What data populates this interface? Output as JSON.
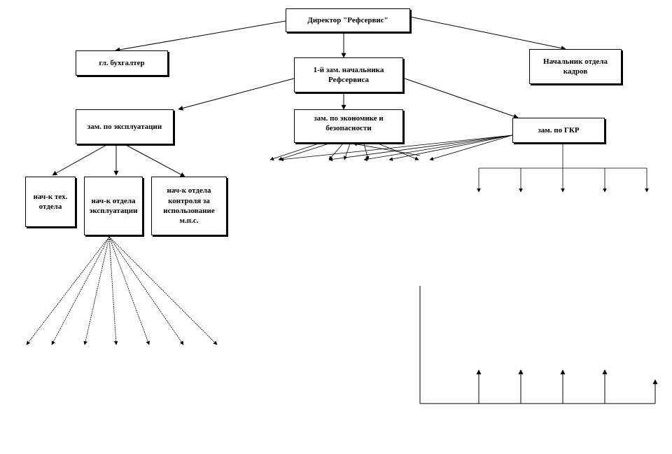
{
  "nodes": {
    "director": {
      "label": "Директор \"Рефсервис\""
    },
    "chief_acct": {
      "label": "гл. бухгалтер"
    },
    "first_deputy": {
      "label": "1-й зам. начальника Рефсервиса"
    },
    "hr_head": {
      "label": "Начальник отдела кадров"
    },
    "dep_ops": {
      "label": "зам. по эксплуатации"
    },
    "dep_econ": {
      "label": "зам. по экономике и безопасности"
    },
    "dep_gkr": {
      "label": "зам. по ГКР"
    },
    "head_tech": {
      "label": "нач-к тех. отдела"
    },
    "head_ops": {
      "label": "нач-к отдела эксплуатации"
    },
    "head_control": {
      "label": "нач-к отдела контроля за использование м.п.с."
    }
  }
}
